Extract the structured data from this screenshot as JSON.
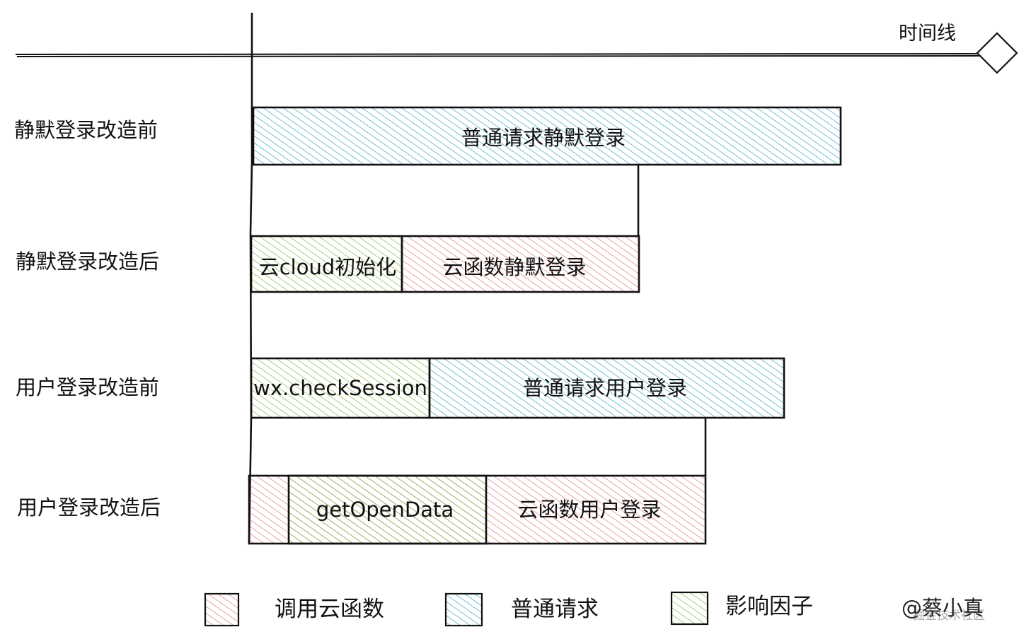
{
  "timeline": {
    "label": "时间线"
  },
  "rows": [
    {
      "label": "静默登录改造前",
      "segments": [
        {
          "label": "普通请求静默登录",
          "kind": "request"
        }
      ]
    },
    {
      "label": "静默登录改造后",
      "segments": [
        {
          "label": "云cloud初始化",
          "kind": "factor"
        },
        {
          "label": "云函数静默登录",
          "kind": "cloud"
        }
      ]
    },
    {
      "label": "用户登录改造前",
      "segments": [
        {
          "label": "wx.checkSession",
          "kind": "factor"
        },
        {
          "label": "普通请求用户登录",
          "kind": "request"
        }
      ]
    },
    {
      "label": "用户登录改造后",
      "segments": [
        {
          "label": "getOpenData",
          "kind": "factor-over-cloud"
        },
        {
          "label": "云函数用户登录",
          "kind": "cloud"
        }
      ]
    }
  ],
  "legend": [
    {
      "label": "调用云函数",
      "kind": "cloud"
    },
    {
      "label": "普通请求",
      "kind": "request"
    },
    {
      "label": "影响因子",
      "kind": "factor"
    }
  ],
  "colors": {
    "cloud": "#e87878",
    "request": "#37a6c4",
    "factor": "#86b845",
    "stroke": "#111111"
  },
  "watermark": {
    "author": "@蔡小真",
    "site": "掘金技术社区"
  }
}
